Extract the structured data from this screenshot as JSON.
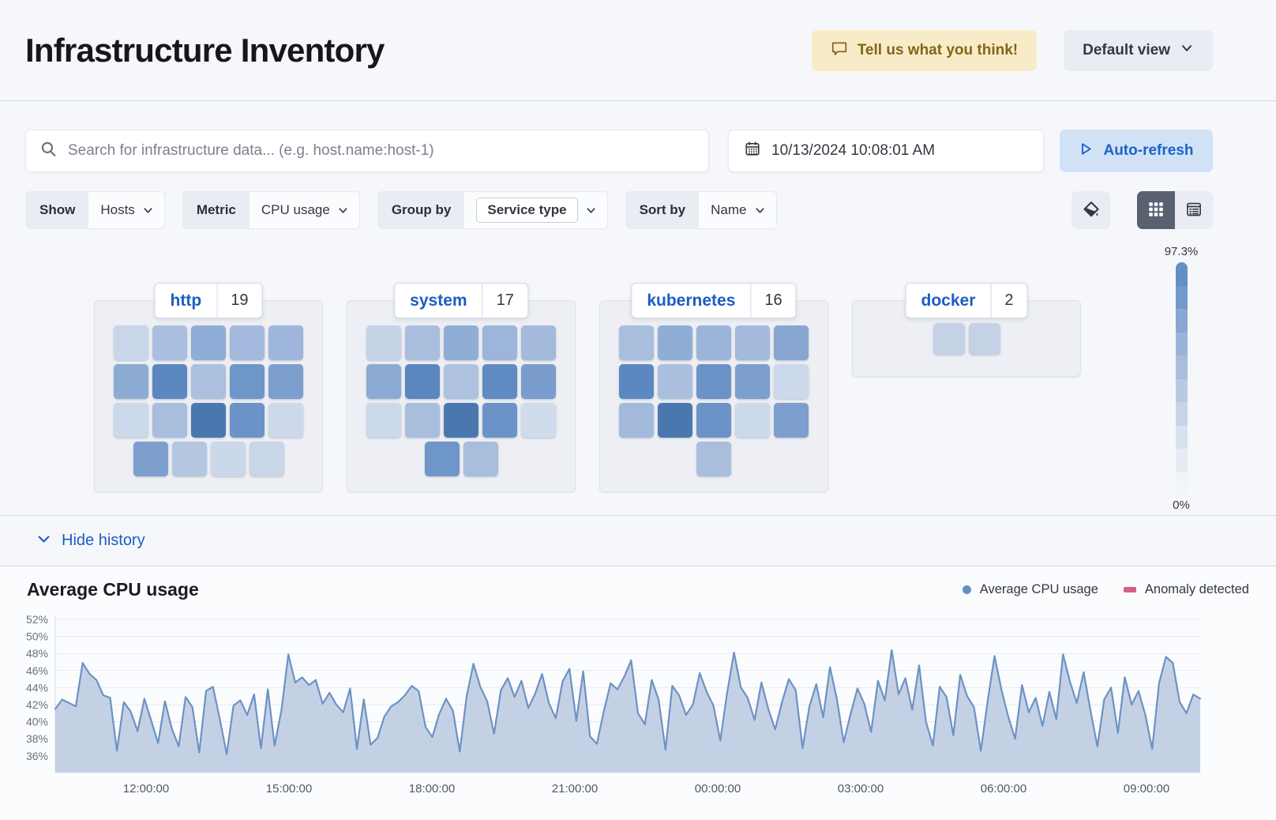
{
  "header": {
    "title": "Infrastructure Inventory",
    "feedback_label": "Tell us what you think!",
    "view_label": "Default view"
  },
  "toolbar": {
    "search_placeholder": "Search for infrastructure data... (e.g. host.name:host-1)",
    "datetime": "10/13/2024 10:08:01 AM",
    "auto_refresh_label": "Auto-refresh"
  },
  "filters": {
    "show_label": "Show",
    "show_value": "Hosts",
    "metric_label": "Metric",
    "metric_value": "CPU usage",
    "group_label": "Group by",
    "group_value": "Service type",
    "sort_label": "Sort by",
    "sort_value": "Name"
  },
  "colors": {
    "accent": "#1c5dc4",
    "refresh_bg": "#d2e2f6",
    "feedback_bg": "#f8ecc8"
  },
  "waffle": {
    "groups": [
      {
        "name": "http",
        "count": "19",
        "compact": false,
        "rows": [
          [
            "#c9d6e9",
            "#aabfdf",
            "#8fadd6",
            "#a3bade",
            "#9eb6db"
          ],
          [
            "#8cabd3",
            "#5c88c1",
            "#abc0df",
            "#6f96c9",
            "#7d9fce"
          ],
          [
            "#ccd9ea",
            "#a9bedd",
            "#4a78ae",
            "#6b93c7",
            "#cdd9ea"
          ],
          [
            "#7d9fce",
            "#b4c7e1",
            "#cbd8e9",
            "#c9d6e8"
          ]
        ]
      },
      {
        "name": "system",
        "count": "17",
        "compact": false,
        "rows": [
          [
            "#c5d3e7",
            "#a9bedd",
            "#90add5",
            "#9db5da",
            "#a3badc"
          ],
          [
            "#8cabd3",
            "#5b87c0",
            "#aec2e0",
            "#5f8ac2",
            "#7b9dcd"
          ],
          [
            "#ccd9ea",
            "#a9bedd",
            "#4a78ae",
            "#6b93c7",
            "#d0dceb"
          ],
          [
            "#6f96c9",
            "#a9bedd"
          ]
        ]
      },
      {
        "name": "kubernetes",
        "count": "16",
        "compact": false,
        "rows": [
          [
            "#a9bedd",
            "#8fadd5",
            "#9cb4d9",
            "#a3badc",
            "#87a7d1"
          ],
          [
            "#5c88c1",
            "#aabfde",
            "#6b93c7",
            "#7d9fce",
            "#ccd9ea"
          ],
          [
            "#a3badc",
            "#4a78ae",
            "#6b93c7",
            "#ccd9ea",
            "#7d9fce"
          ],
          [
            "#a9bedd"
          ]
        ]
      },
      {
        "name": "docker",
        "count": "2",
        "compact": true,
        "rows": [
          [
            "#c5d2e6",
            "#c5d2e6"
          ]
        ]
      }
    ],
    "legend": {
      "max": "97.3%",
      "min": "0%",
      "steps": [
        "#648fc4",
        "#7399ca",
        "#88a7d2",
        "#9bb3d8",
        "#a9bedd",
        "#b8c9e2",
        "#c8d5e8",
        "#d8e1ee",
        "#e6ebf4",
        "#f1f5f9"
      ]
    }
  },
  "history": {
    "label": "Hide history"
  },
  "chart_data": {
    "type": "area",
    "title": "Average CPU usage",
    "legend": [
      {
        "label": "Average CPU usage",
        "color": "#6092c0",
        "shape": "dot"
      },
      {
        "label": "Anomaly detected",
        "color": "#d36086",
        "shape": "dash"
      }
    ],
    "x_tick_labels": [
      "12:00:00",
      "15:00:00",
      "18:00:00",
      "21:00:00",
      "00:00:00",
      "03:00:00",
      "06:00:00",
      "09:00:00"
    ],
    "y_ticks": [
      52,
      50,
      48,
      46,
      44,
      42,
      40,
      38,
      36
    ],
    "y_tick_suffix": "%",
    "ylim": [
      36,
      52
    ],
    "line_color": "#6d92c4",
    "fill_color": "#b6c5df",
    "series": [
      {
        "name": "Average CPU usage",
        "values": [
          41.5,
          42.6,
          42.2,
          41.8,
          46.9,
          45.6,
          44.9,
          43.1,
          42.8,
          36.6,
          42.3,
          41.2,
          38.9,
          42.7,
          40.1,
          37.5,
          42.4,
          39.2,
          37.1,
          42.9,
          41.7,
          36.4,
          43.6,
          44.1,
          40.3,
          36.2,
          41.9,
          42.5,
          40.8,
          43.2,
          36.9,
          43.8,
          37.2,
          41.4,
          47.9,
          44.6,
          45.2,
          44.3,
          44.9,
          42.1,
          43.4,
          42.0,
          41.1,
          43.9,
          36.8,
          42.6,
          37.3,
          38.1,
          40.6,
          41.8,
          42.3,
          43.1,
          44.2,
          43.6,
          39.4,
          38.2,
          40.9,
          42.7,
          41.3,
          36.5,
          43.0,
          46.8,
          44.1,
          42.4,
          38.6,
          43.7,
          45.1,
          42.9,
          44.8,
          41.6,
          43.3,
          45.6,
          42.2,
          40.4,
          44.7,
          46.2,
          40.1,
          45.9,
          38.3,
          37.4,
          41.2,
          44.5,
          43.8,
          45.3,
          47.2,
          41.0,
          39.7,
          44.9,
          42.6,
          36.7,
          44.2,
          43.1,
          40.8,
          42.0,
          45.7,
          43.5,
          41.9,
          37.8,
          43.4,
          48.1,
          44.0,
          42.8,
          40.2,
          44.6,
          41.5,
          39.1,
          42.3,
          45.0,
          43.7,
          36.9,
          41.8,
          44.4,
          40.5,
          46.4,
          42.7,
          37.6,
          40.9,
          43.9,
          42.1,
          38.8,
          44.8,
          42.5,
          48.4,
          43.2,
          45.1,
          41.4,
          46.6,
          40.0,
          37.2,
          44.1,
          42.9,
          38.4,
          45.5,
          43.0,
          41.7,
          36.6,
          42.4,
          47.7,
          43.8,
          40.6,
          38.0,
          44.3,
          41.1,
          42.8,
          39.5,
          43.5,
          40.3,
          47.9,
          44.7,
          42.2,
          45.8,
          41.3,
          37.1,
          42.6,
          44.0,
          38.7,
          45.2,
          42.0,
          43.6,
          40.8,
          36.8,
          44.5,
          47.6,
          46.9,
          42.3,
          41.0,
          43.2,
          42.7
        ]
      }
    ]
  }
}
